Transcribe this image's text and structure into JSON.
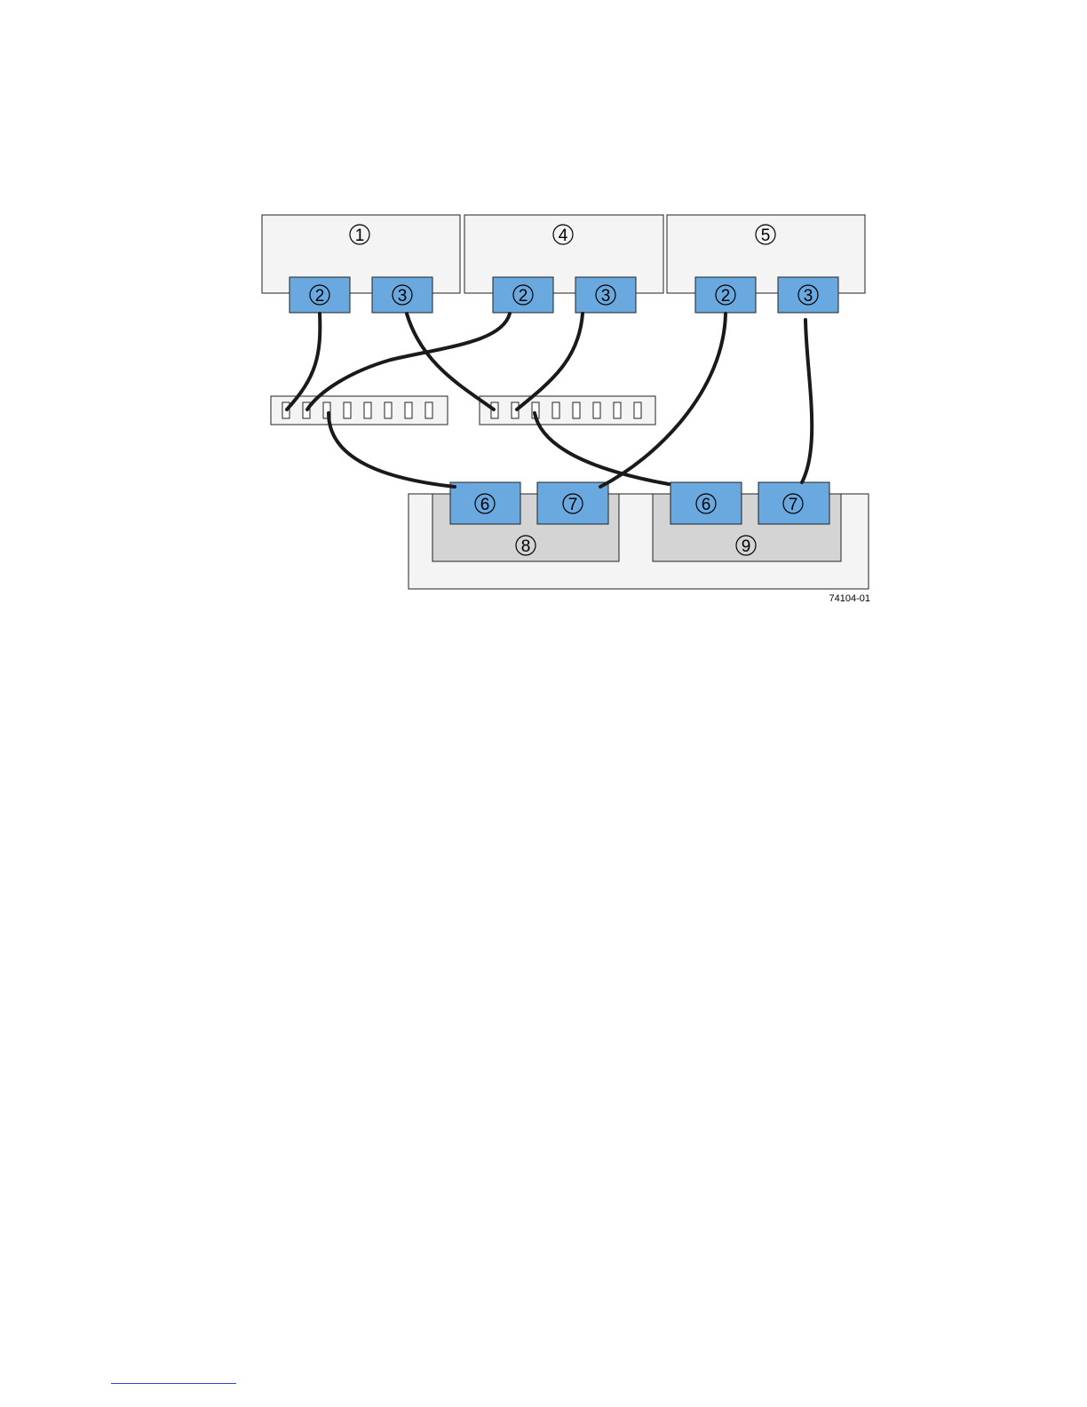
{
  "colors": {
    "port_fill": "#6aa8e0",
    "box_fill": "#f4f4f4",
    "module_fill": "#d4d4d4",
    "cable": "#1a1a1a",
    "footer_rule": "#3344cc"
  },
  "hosts": [
    {
      "callout": "1",
      "ports": [
        "2",
        "3"
      ]
    },
    {
      "callout": "4",
      "ports": [
        "2",
        "3"
      ]
    },
    {
      "callout": "5",
      "ports": [
        "2",
        "3"
      ]
    }
  ],
  "switches": [
    {
      "port_count": 8
    },
    {
      "port_count": 8
    }
  ],
  "storage": {
    "controllers": [
      {
        "callout": "8",
        "ports": [
          "6",
          "7"
        ]
      },
      {
        "callout": "9",
        "ports": [
          "6",
          "7"
        ]
      }
    ]
  },
  "figure_id": "74104-01"
}
